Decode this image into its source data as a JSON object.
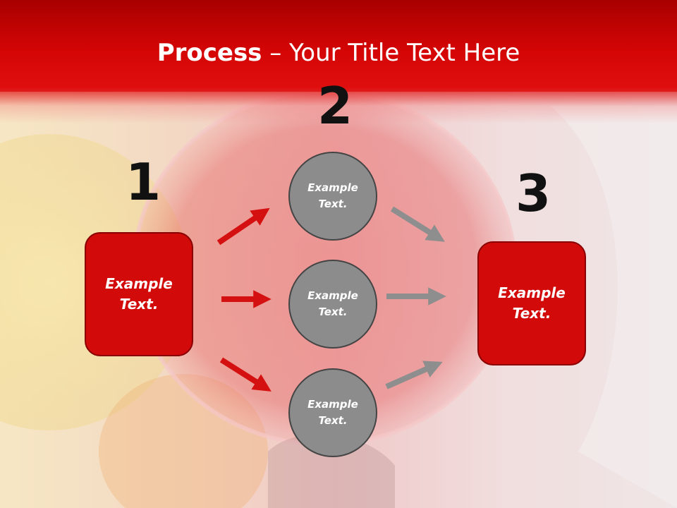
{
  "slide": {
    "title_bold": "Process",
    "title_rest": " – Your Title Text Here",
    "step_numbers": [
      "1",
      "2",
      "3"
    ],
    "left_box": "Example Text.",
    "right_box": "Example Text.",
    "circles": [
      "Example Text.",
      "Example Text.",
      "Example Text."
    ]
  },
  "colors": {
    "header": "#d40505",
    "box_fill": "#d20a0a",
    "circle_fill": "#8c8c8c",
    "arrow_red": "#d41010",
    "arrow_gray": "#8e8e8e"
  }
}
